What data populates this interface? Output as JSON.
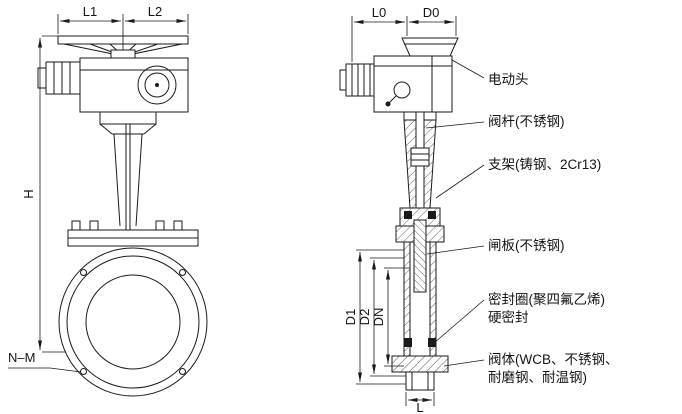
{
  "colors": {
    "line": "#1a1a1a",
    "background": "#ffffff"
  },
  "dims": {
    "l1": "L1",
    "l2": "L2",
    "h": "H",
    "nm": "N–M",
    "l0": "L0",
    "d0": "D0",
    "d1": "D1",
    "d2": "D2",
    "dn": "DN",
    "l": "L"
  },
  "annotations": {
    "actuator": "电动头",
    "stem": "阀杆(不锈钢)",
    "bracket": "支架(铸钢、2Cr13)",
    "gate": "闸板(不锈钢)",
    "seal_line1": "密封圈(聚四氟乙烯)",
    "seal_line2": "硬密封",
    "body_line1": "阀体(WCB、不锈钢、",
    "body_line2": "耐磨钢、耐温钢)"
  }
}
